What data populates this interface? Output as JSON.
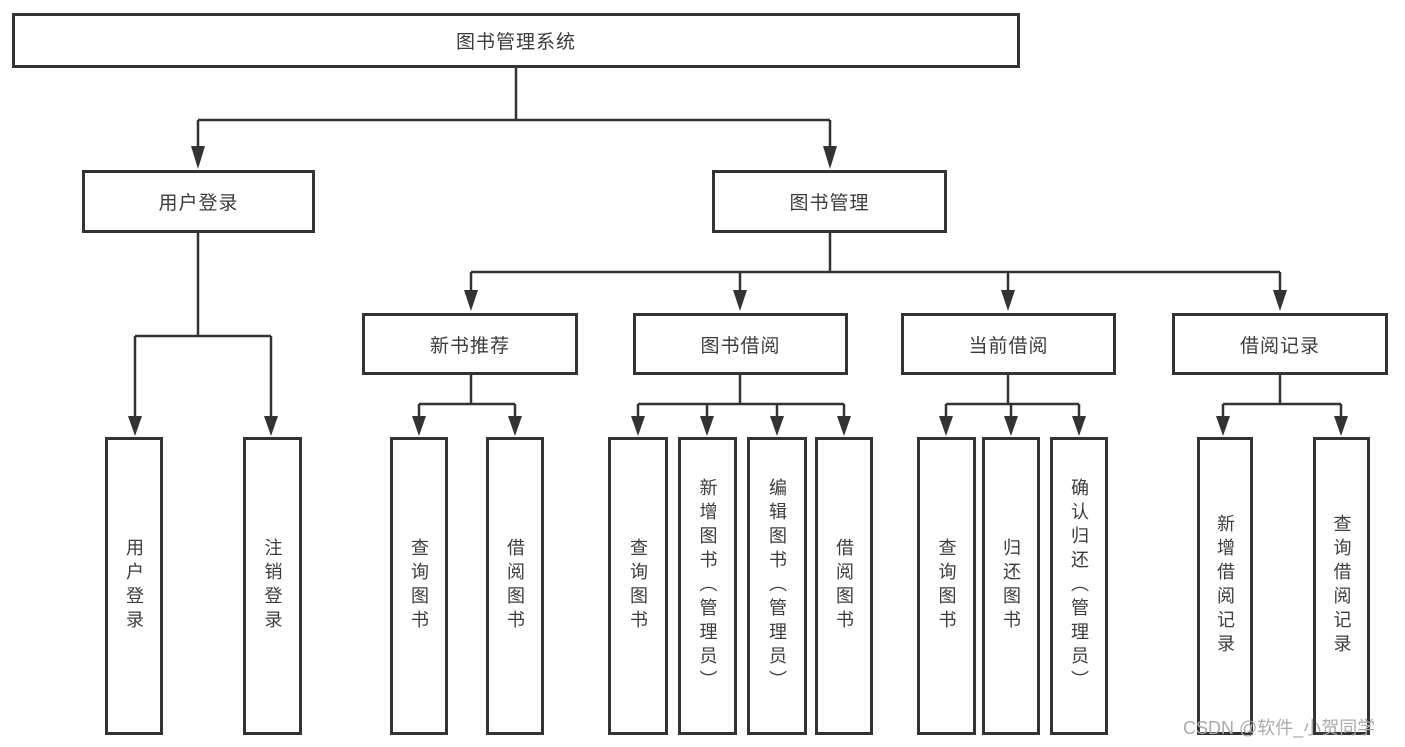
{
  "diagram": {
    "root": {
      "label": "图书管理系统"
    },
    "level2": [
      {
        "label": "用户登录",
        "children": [
          {
            "label": "用户登录"
          },
          {
            "label": "注销登录"
          }
        ]
      },
      {
        "label": "图书管理",
        "children": [
          {
            "label": "新书推荐",
            "children": [
              {
                "label": "查询图书"
              },
              {
                "label": "借阅图书"
              }
            ]
          },
          {
            "label": "图书借阅",
            "children": [
              {
                "label": "查询图书"
              },
              {
                "label": "新增图书（管理员）"
              },
              {
                "label": "编辑图书（管理员）"
              },
              {
                "label": "借阅图书"
              }
            ]
          },
          {
            "label": "当前借阅",
            "children": [
              {
                "label": "查询图书"
              },
              {
                "label": "归还图书"
              },
              {
                "label": "确认归还（管理员）"
              }
            ]
          },
          {
            "label": "借阅记录",
            "children": [
              {
                "label": "新增借阅记录"
              },
              {
                "label": "查询借阅记录"
              }
            ]
          }
        ]
      }
    ]
  },
  "watermark": {
    "text": "CSDN @软件_小贺同学"
  },
  "colors": {
    "line": "#333333",
    "text": "#3c3c3c",
    "background": "#ffffff",
    "watermark": "#ababab"
  }
}
